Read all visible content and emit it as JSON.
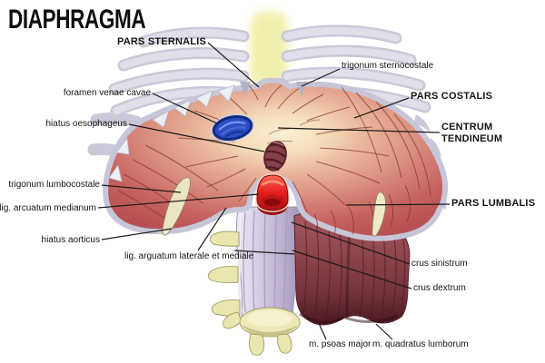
{
  "title": "DIAPHRAGMA",
  "diagram": {
    "subject": "diaphragm anatomy illustration",
    "labels": {
      "pars_sternalis": "PARS STERNALIS",
      "trigonum_sternocostale": "trigonum sternocostale",
      "pars_costalis": "PARS COSTALIS",
      "foramen_venae_cavae": "foramen venae cavae",
      "hiatus_oesophageus": "hiatus oesophageus",
      "centrum_tendineum": "CENTRUM TENDINEUM",
      "trigonum_lumbocostale": "trigonum lumbocostale",
      "lig_arcuatum_medianum": "lig. arcuatum medianum",
      "pars_lumbalis": "PARS LUMBALIS",
      "hiatus_aorticus": "hiatus aorticus",
      "lig_arguatum_laterale_et_mediale": "lig. arguatum laterale et mediale",
      "crus_sinistrum": "crus sinistrum",
      "crus_dextrum": "crus dextrum",
      "m_psoas_major": "m. psoas major",
      "m_quadratus_lumborum": "m. quadratus lumborum"
    },
    "colors": {
      "background": "#ffffff",
      "label_text": "#141414",
      "leader_line": "#1b1b1b",
      "muscle_red": "#bc5355",
      "centrum_cream": "#f6e7c9",
      "rib_gray": "#d2d2e0",
      "bone_yellow": "#ece8b8",
      "spine_lavender": "#cdc5de",
      "deep_muscle_red": "#8e454c",
      "aorta_red": "#e31d1d",
      "vena_cava_blue": "#2a4ec5",
      "oesophagus_maroon": "#874049"
    }
  }
}
